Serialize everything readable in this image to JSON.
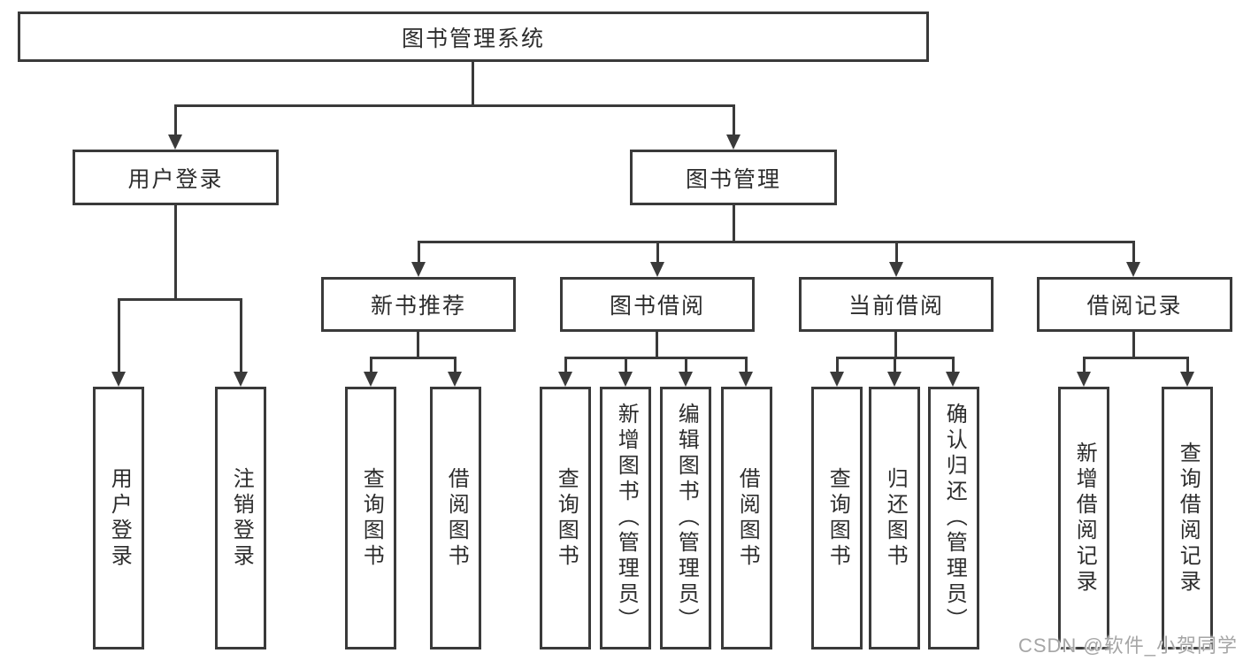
{
  "diagram": {
    "root": "图书管理系统",
    "level2": [
      "用户登录",
      "图书管理"
    ],
    "level3": [
      "新书推荐",
      "图书借阅",
      "当前借阅",
      "借阅记录"
    ],
    "leaves": {
      "user_login": [
        "用户登录",
        "注销登录"
      ],
      "new_book_recommend": [
        "查询图书",
        "借阅图书"
      ],
      "book_borrow": [
        "查询图书",
        "新增图书（管理员）",
        "编辑图书（管理员）",
        "借阅图书"
      ],
      "current_borrow": [
        "查询图书",
        "归还图书",
        "确认归还（管理员）"
      ],
      "borrow_records": [
        "新增借阅记录",
        "查询借阅记录"
      ]
    }
  },
  "watermark": "CSDN @软件_小贺同学",
  "colors": {
    "line": "#3a3a3a",
    "text": "#2d2d2d",
    "watermark": "#a6a6a6",
    "background": "#ffffff"
  }
}
